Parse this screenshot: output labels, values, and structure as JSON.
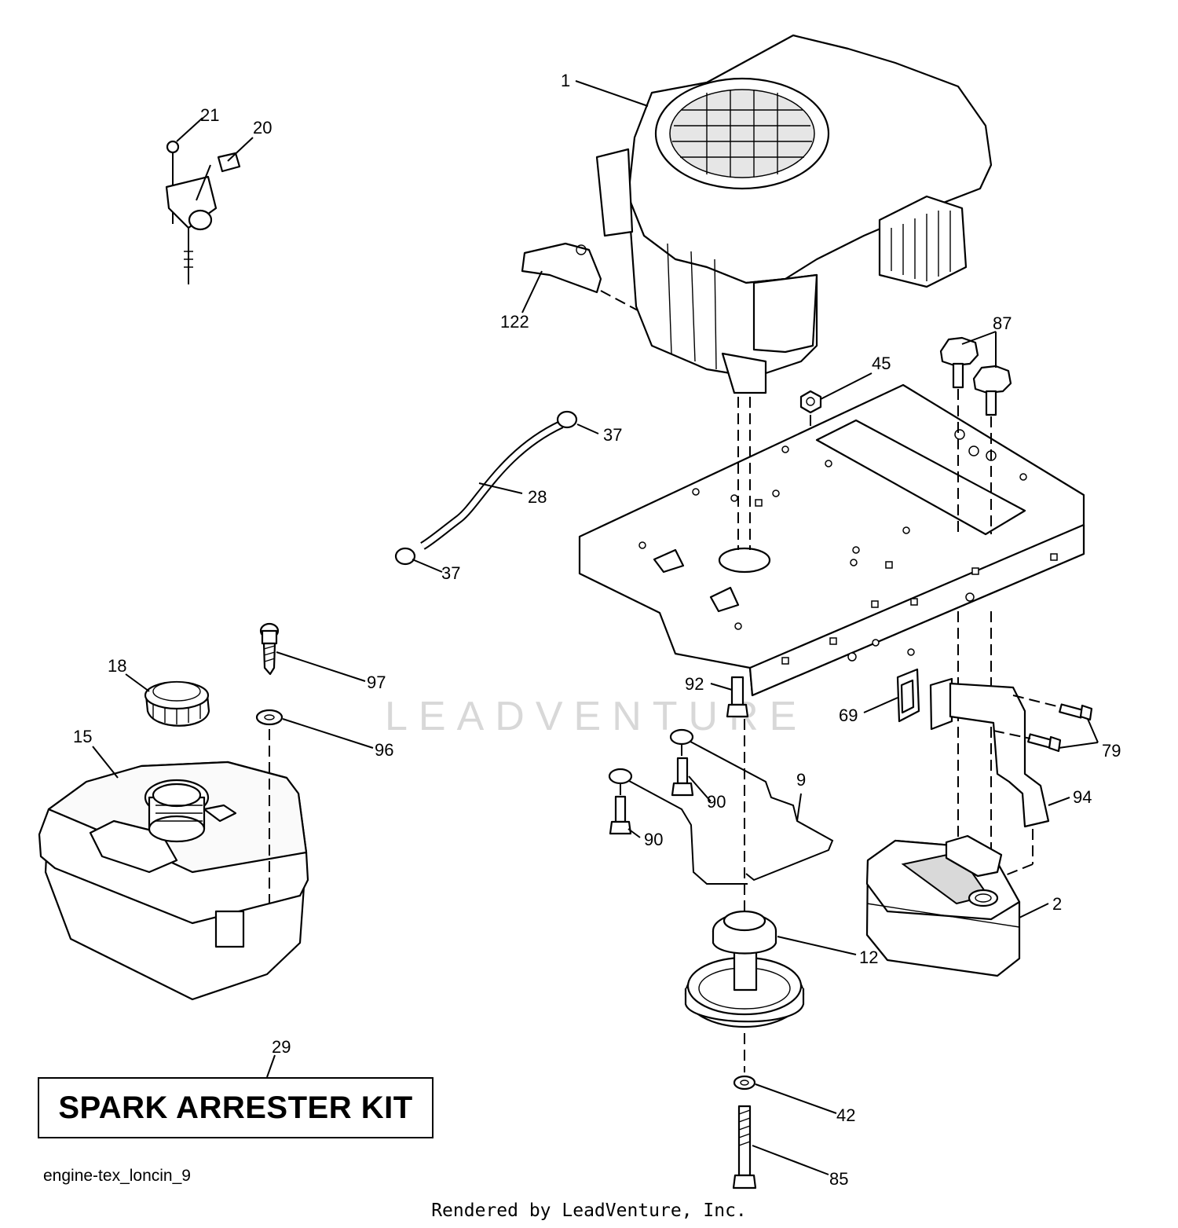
{
  "callouts": {
    "c1": "1",
    "c2": "2",
    "c9": "9",
    "c12": "12",
    "c15": "15",
    "c18": "18",
    "c20": "20",
    "c21": "21",
    "c28": "28",
    "c29": "29",
    "c37a": "37",
    "c37b": "37",
    "c42": "42",
    "c45": "45",
    "c69": "69",
    "c79": "79",
    "c85": "85",
    "c87": "87",
    "c90a": "90",
    "c90b": "90",
    "c92": "92",
    "c94": "94",
    "c96": "96",
    "c97": "97",
    "c122": "122"
  },
  "kit_label": "SPARK ARRESTER KIT",
  "diagram_id": "engine-tex_loncin_9",
  "render_credit": "Rendered by LeadVenture, Inc.",
  "watermark": "LEADVENTURE"
}
